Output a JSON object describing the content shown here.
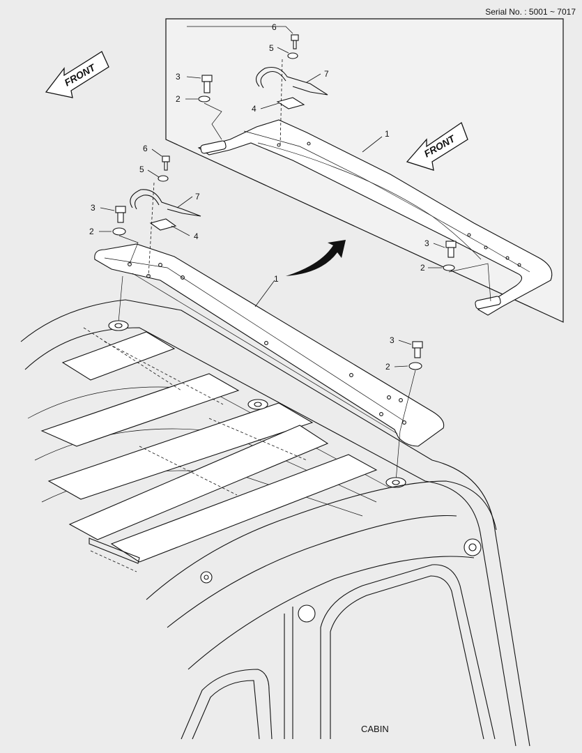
{
  "header": {
    "serial": "Serial No. : 5001 ~ 7017"
  },
  "arrows": {
    "front_1": "FRONT",
    "front_2": "FRONT"
  },
  "callouts": {
    "inset": [
      "6",
      "5",
      "7",
      "3",
      "2",
      "4",
      "1",
      "3",
      "2"
    ],
    "main": [
      "6",
      "5",
      "7",
      "3",
      "2",
      "4",
      "1",
      "3",
      "2"
    ]
  },
  "footer": {
    "caption": "CABIN"
  }
}
